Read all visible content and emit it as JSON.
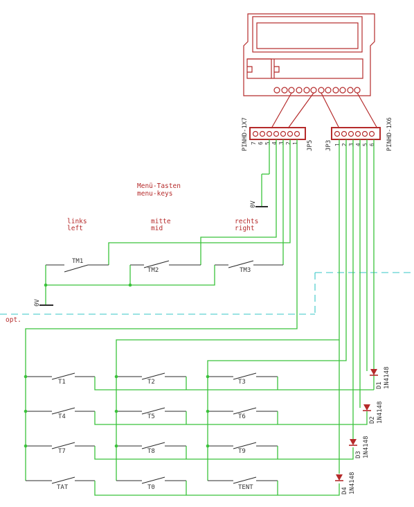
{
  "headers": {
    "jp5": {
      "part": "PINHD-1X7",
      "ref": "JP5",
      "pins": [
        "7",
        "6",
        "5",
        "4",
        "3",
        "2",
        "1"
      ]
    },
    "jp3": {
      "part": "PINHD-1X6",
      "ref": "JP3",
      "pins": [
        "1",
        "2",
        "3",
        "4",
        "5",
        "6"
      ]
    }
  },
  "annotations": {
    "menu_title_de": "Menü-Tasten",
    "menu_title_en": "menu-keys",
    "left_de": "links",
    "left_en": "left",
    "mid_de": "mitte",
    "mid_en": "mid",
    "right_de": "rechts",
    "right_en": "right",
    "opt": "opt.",
    "ground_top": "0V",
    "ground_left": "0V"
  },
  "menu_switches": [
    "TM1",
    "TM2",
    "TM3"
  ],
  "keypad": [
    [
      "T1",
      "T2",
      "T3"
    ],
    [
      "T4",
      "T5",
      "T6"
    ],
    [
      "T7",
      "T8",
      "T9"
    ],
    [
      "TAT",
      "T0",
      "TENT"
    ]
  ],
  "diodes": [
    {
      "ref": "D1",
      "part": "1N4148"
    },
    {
      "ref": "D2",
      "part": "1N4148"
    },
    {
      "ref": "D3",
      "part": "1N4148"
    },
    {
      "ref": "D4",
      "part": "1N4148"
    }
  ],
  "colors": {
    "component": "#b52a2a",
    "wire": "#39c23a",
    "optional_line": "#35c7c7"
  }
}
